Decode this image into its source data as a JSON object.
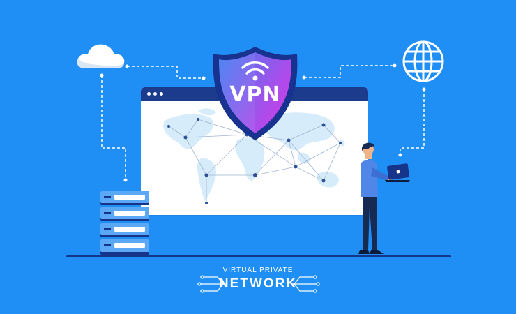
{
  "shield": {
    "label": "VPN",
    "gradient_start": "#3e7ef2",
    "gradient_end": "#c93fe8",
    "border_color": "#18338f"
  },
  "caption": {
    "subtitle": "VIRTUAL PRIVATE",
    "title": "NETWORK"
  },
  "colors": {
    "background": "#1f8ef5",
    "navy": "#15348a",
    "browser_bar": "#1c3b8c",
    "map_land": "#d7ecfb",
    "map_network": "#9fb3cf",
    "map_node": "#2d4f95",
    "white": "#ffffff"
  },
  "icons": {
    "cloud": "cloud-icon",
    "globe": "globe-icon",
    "server": "server-icon",
    "wifi": "wifi-icon",
    "laptop": "laptop-icon"
  }
}
